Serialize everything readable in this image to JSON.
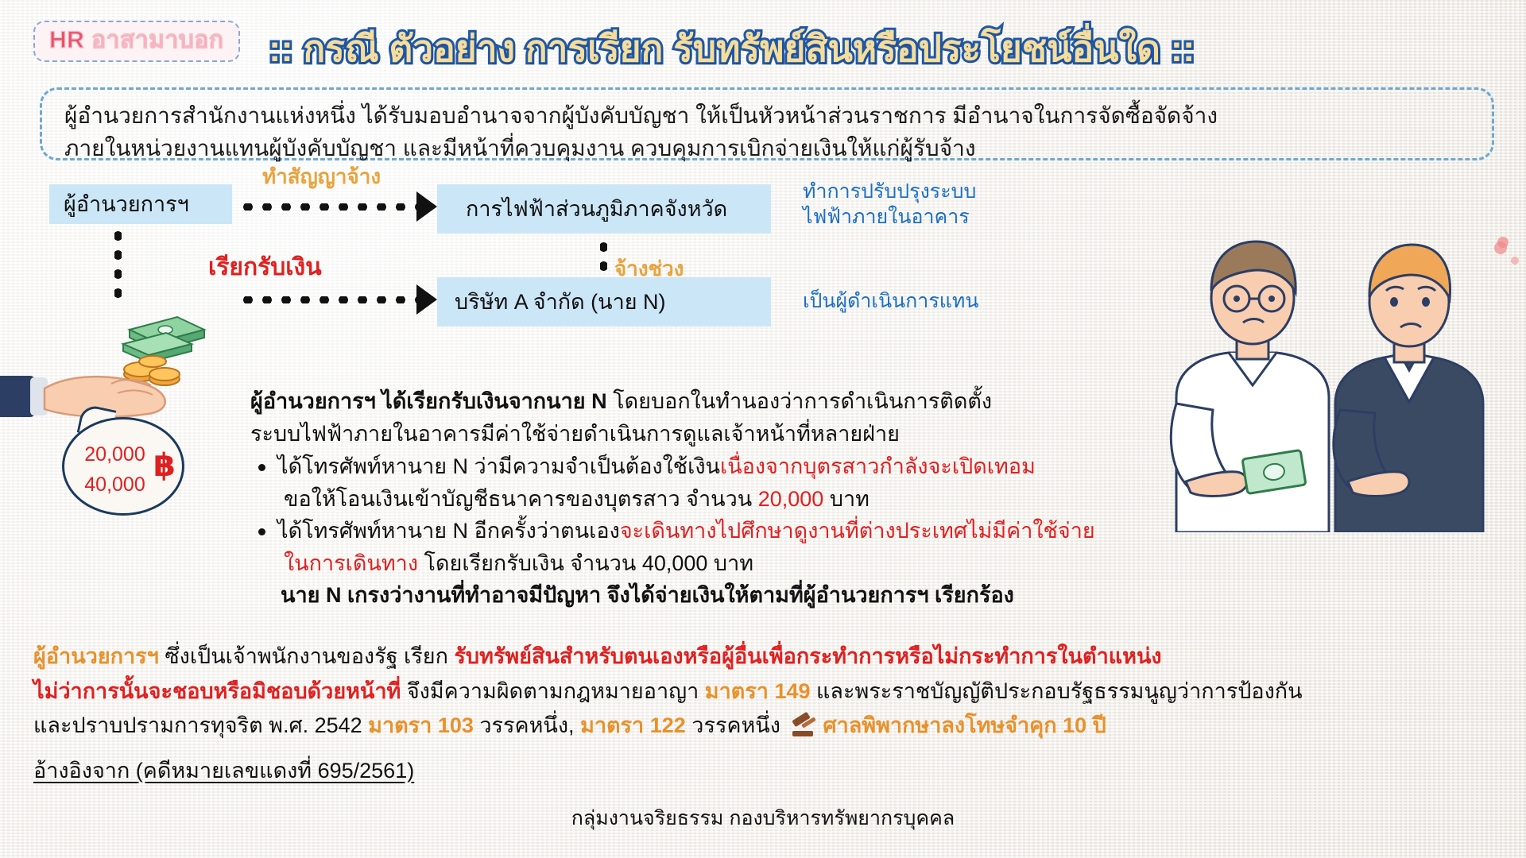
{
  "header": {
    "badge": "HR อาสามาบอก",
    "title": ":: กรณี ตัวอย่าง การเรียก รับทรัพย์สินหรือประโยชน์อื่นใด ::"
  },
  "intro": {
    "line1": "ผู้อำนวยการสำนักงานแห่งหนึ่ง ได้รับมอบอำนาจจากผู้บังคับบัญชา ให้เป็นหัวหน้าส่วนราชการ มีอำนาจในการจัดซื้อจัดจ้าง",
    "line2": "ภายในหน่วยงานแทนผู้บังคับบัญชา และมีหน้าที่ควบคุมงาน ควบคุมการเบิกจ่ายเงินให้แก่ผู้รับจ้าง"
  },
  "diagram": {
    "node_director": "ผู้อำนวยการฯ",
    "node_pea": "การไฟฟ้าส่วนภูมิภาคจังหวัด",
    "node_company": "บริษัท A จำกัด (นาย N)",
    "label_contract": "ทำสัญญาจ้าง",
    "label_subcontract": "จ้างช่วง",
    "label_demand": "เรียกรับเงิน",
    "side_pea_line1": "ทำการปรับปรุงระบบ",
    "side_pea_line2": "ไฟฟ้าภายในอาคาร",
    "side_company": "เป็นผู้ดำเนินการแทน"
  },
  "bubble": {
    "amount1": "20,000",
    "amount2": "40,000",
    "currency_symbol": "฿"
  },
  "body": {
    "lead_bold": "ผู้อำนวยการฯ ได้เรียกรับเงินจากนาย N",
    "lead_rest": " โดยบอกในทำนองว่าการดำเนินการติดตั้ง",
    "lead_line2": "ระบบไฟฟ้าภายในอาคารมีค่าใช้จ่ายดำเนินการดูแลเจ้าหน้าที่หลายฝ่าย",
    "bullet1_a": "ได้โทรศัพท์หานาย N ว่ามีความจำเป็นต้องใช้เงิน",
    "bullet1_red": "เนื่องจากบุตรสาวกำลังจะเปิดเทอม",
    "bullet1_b": "ขอให้โอนเงินเข้าบัญชีธนาคารของบุตรสาว จำนวน ",
    "bullet1_amount": "20,000",
    "bullet1_c": " บาท",
    "bullet2_a": "ได้โทรศัพท์หานาย N อีกครั้งว่าตนเอง",
    "bullet2_red": "จะเดินทางไปศึกษาดูงานที่ต่างประเทศไม่มีค่าใช้จ่าย",
    "bullet2_red2": "ในการเดินทาง",
    "bullet2_b": " โดยเรียกรับเงิน จำนวน 40,000 บาท",
    "conclusion": "นาย N เกรงว่างานที่ทำอาจมีปัญหา จึงได้จ่ายเงินให้ตามที่ผู้อำนวยการฯ เรียกร้อง"
  },
  "legal": {
    "l1_orange": "ผู้อำนวยการฯ",
    "l1_plain": " ซึ่งเป็นเจ้าพนักงานของรัฐ เรียก ",
    "l1_red": "รับทรัพย์สินสำหรับตนเองหรือผู้อื่นเพื่อกระทำการหรือไม่กระทำการในตำแหน่ง",
    "l2_red": "ไม่ว่าการนั้นจะชอบหรือมิชอบด้วยหน้าที่",
    "l2_plain": " จึงมีความผิดตามกฎหมายอาญา ",
    "l2_orange": "มาตรา 149",
    "l2_plain2": " และพระราชบัญญัติประกอบรัฐธรรมนูญว่าการป้องกัน",
    "l3_plain": "และปราบปรามการทุจริต พ.ศ. 2542 ",
    "l3_orange1": "มาตรา 103",
    "l3_plain2": " วรรคหนึ่ง, ",
    "l3_orange2": "มาตรา 122",
    "l3_plain3": " วรรคหนึ่ง ",
    "l3_orange3": "ศาลพิพากษาลงโทษจำคุก 10 ปี",
    "gavel_icon": "gavel-icon"
  },
  "reference": "อ้างอิงจาก  (คดีหมายเลขแดงที่ 695/2561)",
  "footer": "กลุ่มงานจริยธรรม กองบริหารทรัพยากรบุคคล",
  "colors": {
    "title_fill": "#f6dd9c",
    "title_stroke": "#1f58a8",
    "badge_text": "#e8536a",
    "node_bg": "#cbe6f7",
    "accent_orange": "#e8912b",
    "accent_red": "#e02020",
    "accent_blue": "#1b6fc4"
  }
}
